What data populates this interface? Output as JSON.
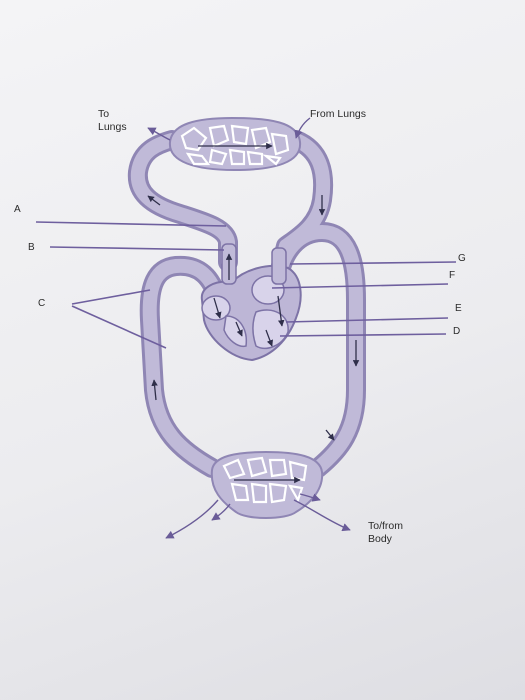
{
  "labels": {
    "to_lungs_line1": "To",
    "to_lungs_line2": "Lungs",
    "from_lungs": "From Lungs",
    "to_from_body_line1": "To/from",
    "to_from_body_line2": "Body"
  },
  "markers": [
    "A",
    "B",
    "C",
    "D",
    "E",
    "F",
    "G"
  ],
  "colors": {
    "vessel_fill": "#c0bad8",
    "vessel_edge": "#8f86b4",
    "vessel_dark": "#7d73a6",
    "leader_line": "#6e5f9e",
    "arrow": "#6a5c98",
    "paper": "#f1f1f4"
  }
}
